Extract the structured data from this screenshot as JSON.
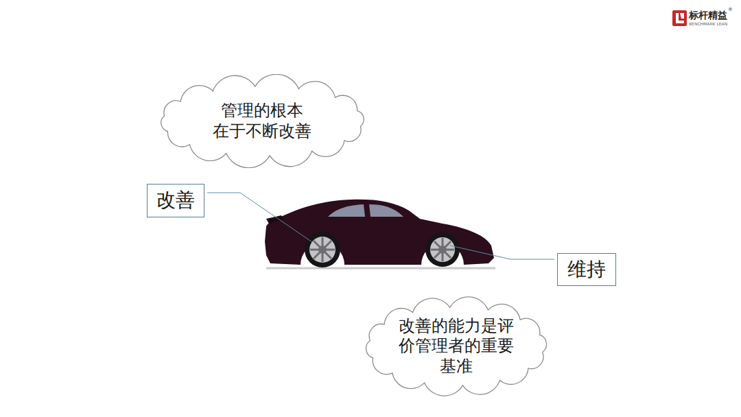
{
  "diagram": {
    "nodes": [
      {
        "text": [
          "管理的根本 在于不断改善"
        ]
      },
      {
        "text": [
          "改善"
        ]
      },
      {
        "text": [
          "维持"
        ]
      },
      {
        "text": [
          "改善的能力是评 价管理者的重要 基准"
        ]
      }
    ],
    "edges": [],
    "labels": [
      "标杆精益",
      "®",
      "BENCHMARK LEAN"
    ]
  }
}
